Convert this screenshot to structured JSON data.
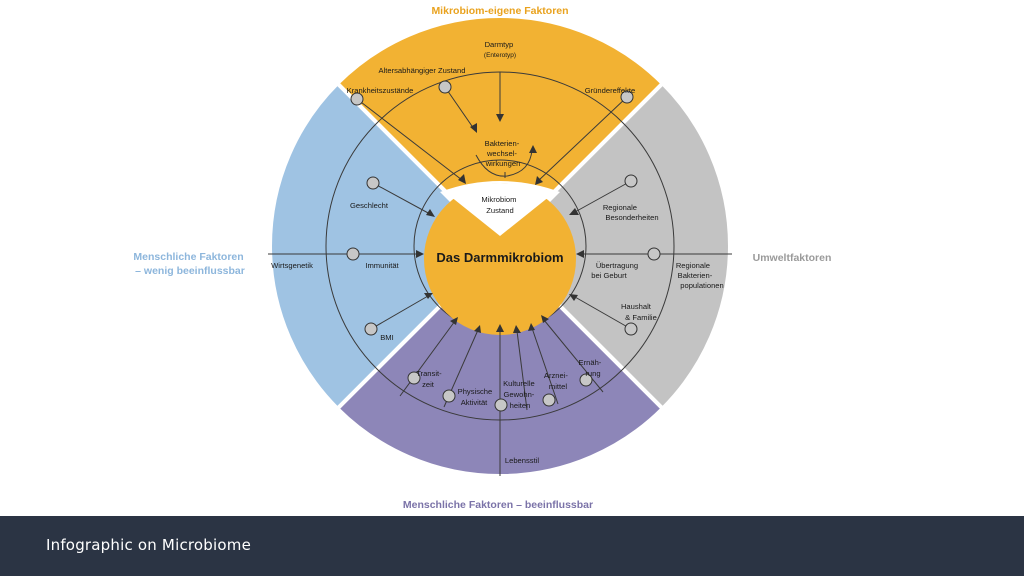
{
  "diagram": {
    "center_title": "Das Darmmikrobiom",
    "state_label": [
      "Mikrobiom",
      "Zustand"
    ],
    "sectors": {
      "top": "Mikrobiom-eigene Faktoren",
      "left": [
        "Menschliche Faktoren",
        "– wenig beeinflussbar"
      ],
      "right": "Umweltfaktoren",
      "bottom": "Menschliche Faktoren – beeinflussbar"
    },
    "top_factors": {
      "darmtyp": [
        "Darmtyp",
        "(Enterotyp)"
      ],
      "alter": "Altersabhängiger Zustand",
      "krankheit": "Krankheitszustände",
      "gruender": "Gründereffekte",
      "bakterien": [
        "Bakterien-",
        "wechsel-",
        "wirkungen"
      ]
    },
    "left_factors": {
      "wirtsgenetik": "Wirtsgenetik",
      "geschlecht": "Geschlecht",
      "immunitaet": "Immunität",
      "bmi": "BMI"
    },
    "right_factors": {
      "regional_besonderheiten": [
        "Regionale",
        "Besonderheiten"
      ],
      "uebertragung": [
        "Übertragung",
        "bei Geburt"
      ],
      "populationen": [
        "Regionale",
        "Bakterien-",
        "populationen"
      ],
      "haushalt": [
        "Haushalt",
        "& Familie"
      ]
    },
    "bottom_factors": {
      "transitzeit": [
        "Transit-",
        "zeit"
      ],
      "aktivitaet": [
        "Physische",
        "Aktivität"
      ],
      "gewohnheiten": [
        "Kulturelle",
        "Gewohn-",
        "heiten"
      ],
      "arzneimittel": [
        "Arznei-",
        "mittel"
      ],
      "ernaehrung": [
        "Ernäh-",
        "rung"
      ],
      "lebensstil": "Lebensstil"
    },
    "colors": {
      "top": "#f2b233",
      "left": "#9fc3e3",
      "right": "#c3c3c3",
      "bottom": "#8d86b8",
      "center": "#f2b233",
      "left_text": "#8db6dc",
      "right_text": "#9a9a9a",
      "bottom_text": "#7b73a8",
      "top_text": "#e9a21e"
    }
  },
  "footer": {
    "caption": "Infographic on Microbiome"
  }
}
